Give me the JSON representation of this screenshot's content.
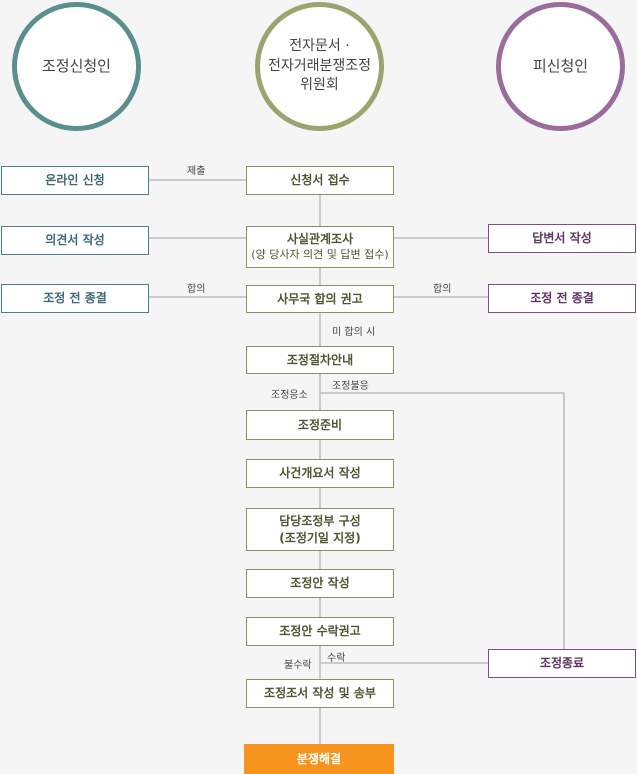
{
  "parties": {
    "applicant": "조정신청인",
    "committee_line1": "전자문서 ·",
    "committee_line2": "전자거래분쟁조정",
    "committee_line3": "위원회",
    "respondent": "피신청인"
  },
  "applicant_boxes": {
    "online": "온라인 신청",
    "opinion": "의견서 작성",
    "pre_end": "조정 전 종결"
  },
  "respondent_boxes": {
    "answer": "답변서 작성",
    "pre_end": "조정 전 종결",
    "close": "조정종료"
  },
  "main_steps": {
    "receipt": "신청서 접수",
    "fact_line1": "사실관계조사",
    "fact_line2": "(양 당사자 의견 및 답변 접수)",
    "advice": "사무국 합의 권고",
    "guide": "조정절차안내",
    "prep": "조정준비",
    "summary": "사건개요서 작성",
    "panel_line1": "담당조정부 구성",
    "panel_line2": "(조정기일 지정)",
    "draft": "조정안 작성",
    "recommend": "조정안 수락권고",
    "doc": "조정조서 작성 및 송부",
    "resolved": "분쟁해결"
  },
  "labels": {
    "submit": "제출",
    "agree_left": "합의",
    "agree_right": "합의",
    "no_agree": "미 합의 시",
    "accept_mediation": "조정응소",
    "refuse_mediation": "조정불응",
    "not_accept": "불수락",
    "accept": "수락"
  },
  "colors": {
    "applicant": "#5a8f8c",
    "committee": "#9ba46e",
    "respondent": "#9a6c9c",
    "resolved": "#f7941d"
  }
}
